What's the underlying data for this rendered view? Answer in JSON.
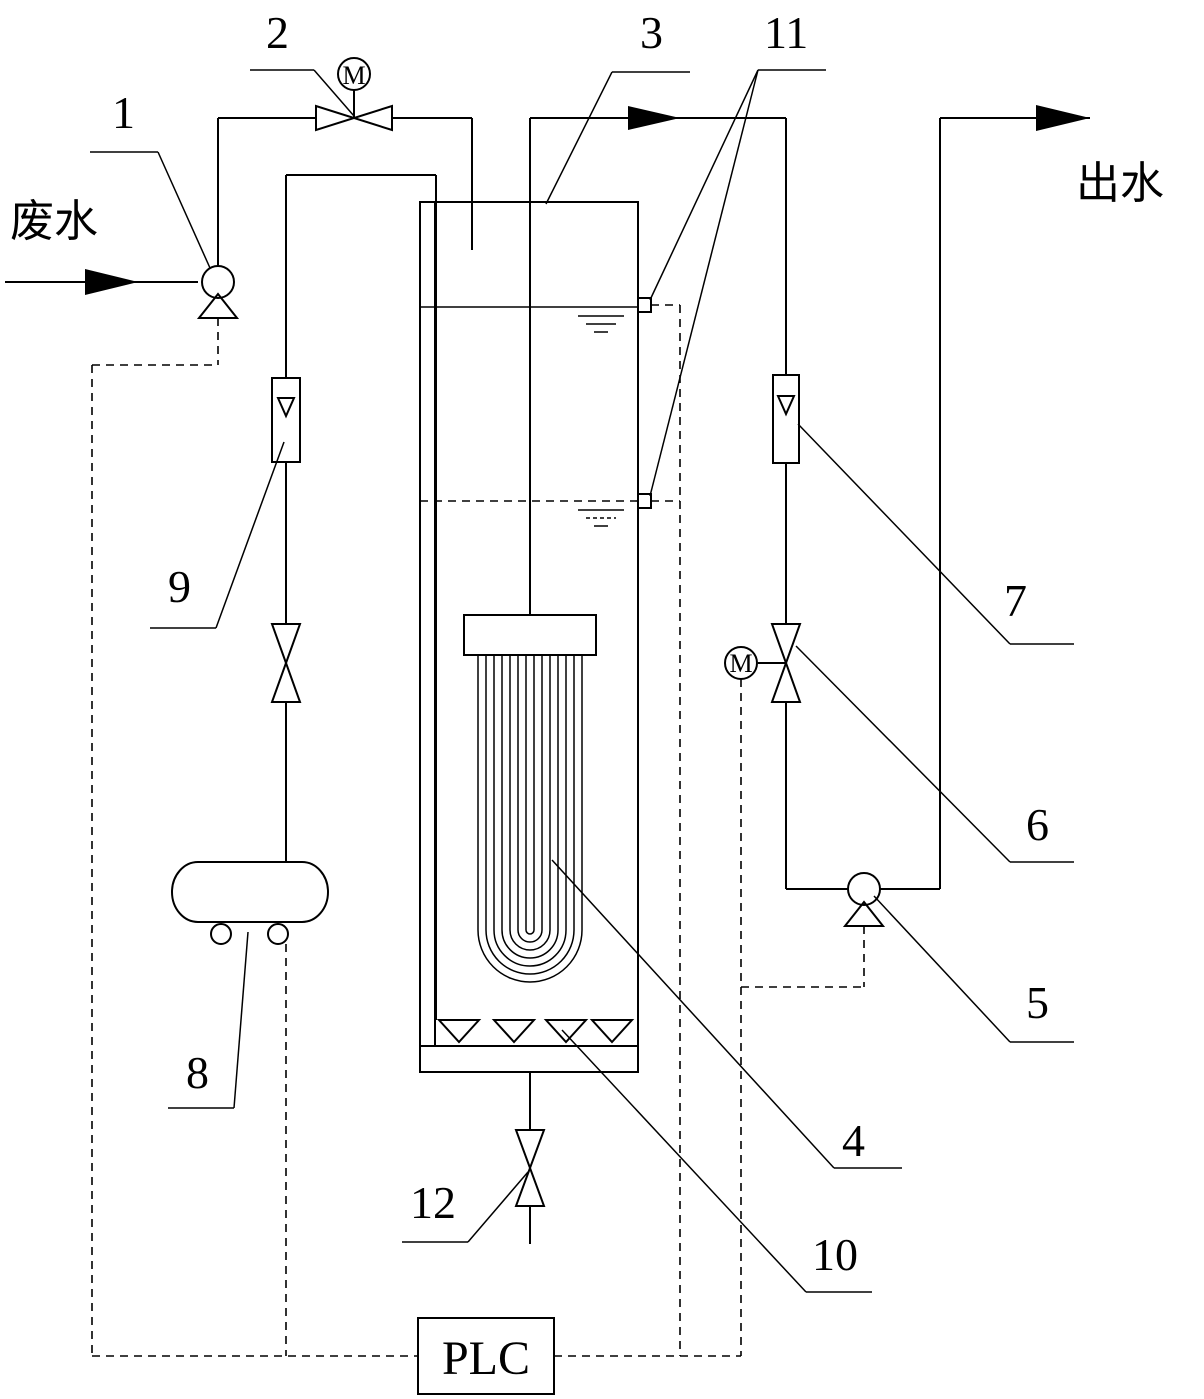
{
  "labels": {
    "input": "废水",
    "output": "出水",
    "controller": "PLC",
    "motor_symbol": "M"
  },
  "callouts": [
    "1",
    "2",
    "3",
    "4",
    "5",
    "6",
    "7",
    "8",
    "9",
    "10",
    "11",
    "12"
  ]
}
